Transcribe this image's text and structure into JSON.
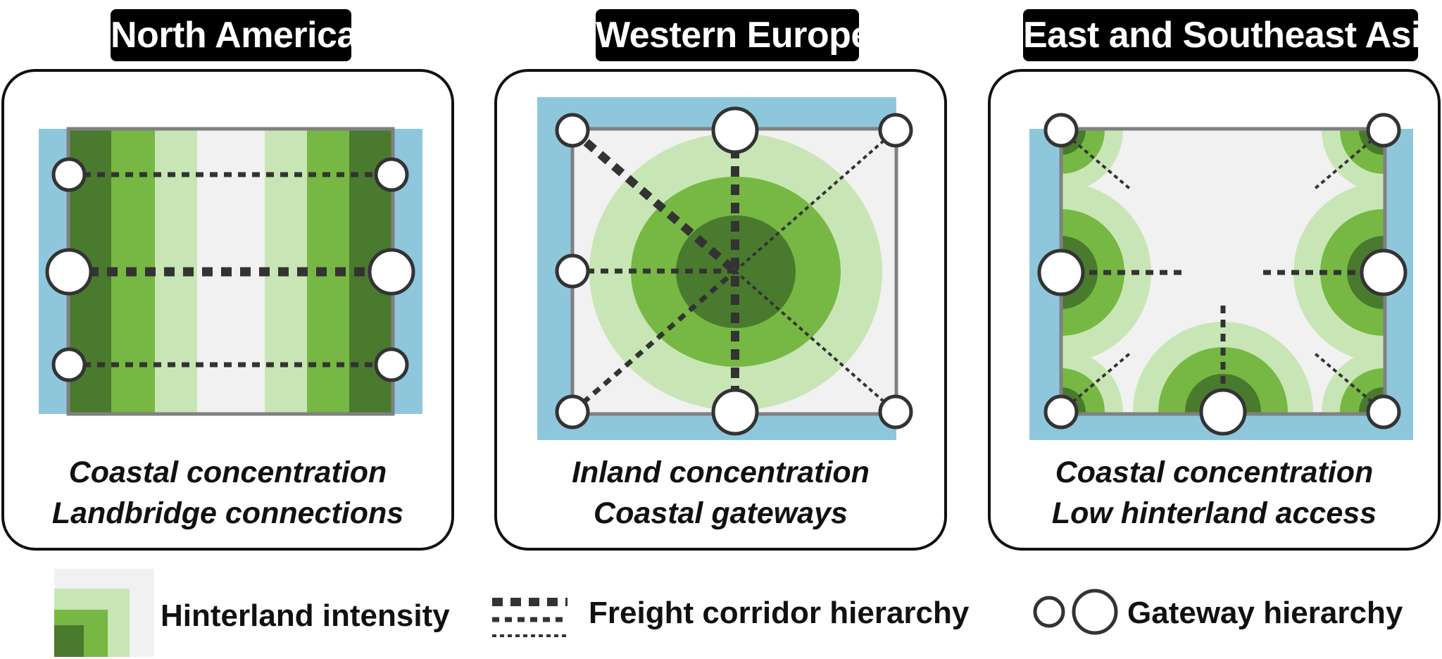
{
  "panels": [
    {
      "id": "north-america",
      "title": "North America",
      "caption_line1": "Coastal concentration",
      "caption_line2": "Landbridge connections"
    },
    {
      "id": "western-europe",
      "title": "Western Europe",
      "caption_line1": "Inland concentration",
      "caption_line2": "Coastal gateways"
    },
    {
      "id": "east-southeast-asia",
      "title": "East and Southeast Asia",
      "caption_line1": "Coastal concentration",
      "caption_line2": "Low hinterland access"
    }
  ],
  "legend": {
    "hinterland": "Hinterland intensity",
    "corridor": "Freight corridor hierarchy",
    "gateway": "Gateway hierarchy"
  },
  "colors": {
    "sea": "#8ec7dc",
    "land": "#f1f1f1",
    "hinterland_light": "#c8e6b5",
    "hinterland_medium": "#76b843",
    "hinterland_dark": "#4a7a2e",
    "border": "#808080",
    "corridor": "#333333"
  }
}
